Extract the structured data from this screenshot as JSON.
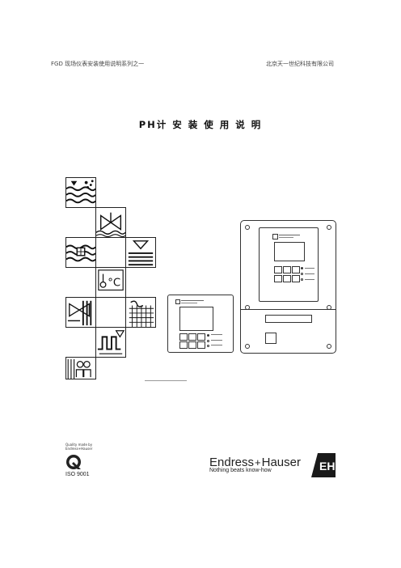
{
  "header": {
    "left": "FGD 现场仪表安装使用说明系列之一",
    "right": "北京天一世纪科技有限公司"
  },
  "title": "PH计 安 装 使 用 说 明",
  "cert": {
    "line1": "Quality made by",
    "line2": "Endress+Hauser",
    "iso": "ISO 9001"
  },
  "brand": {
    "name_left": "Endress",
    "plus": "+",
    "name_right": "Hauser",
    "slogan": "Nothing beats know-how",
    "logo_letters": "EH"
  }
}
